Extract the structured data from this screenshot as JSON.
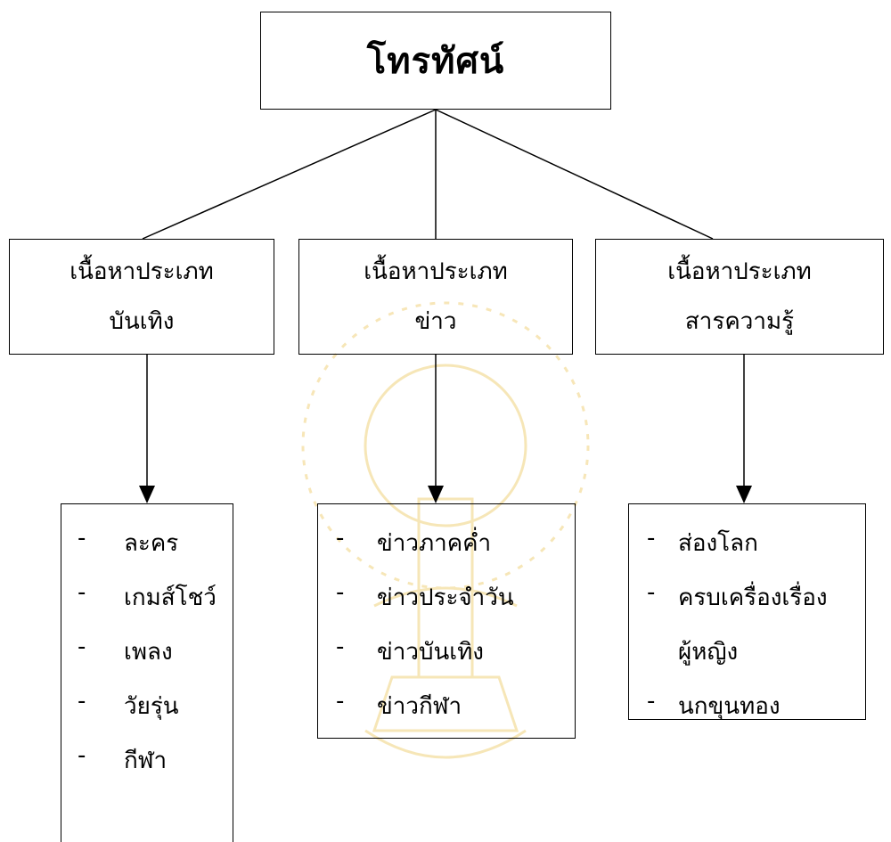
{
  "root": {
    "title": "โทรทัศน์"
  },
  "categories": [
    {
      "line1": "เนื้อหาประเภท",
      "line2": "บันเทิง"
    },
    {
      "line1": "เนื้อหาประเภท",
      "line2": "ข่าว"
    },
    {
      "line1": "เนื้อหาประเภท",
      "line2": "สารความรู้"
    }
  ],
  "lists": [
    {
      "items": [
        {
          "bullet": "-",
          "text": "ละคร"
        },
        {
          "bullet": "-",
          "text": "เกมส์โชว์"
        },
        {
          "bullet": "-",
          "text": "เพลง"
        },
        {
          "bullet": "-",
          "text": "วัยรุ่น"
        },
        {
          "bullet": "-",
          "text": "กีฬา"
        }
      ]
    },
    {
      "items": [
        {
          "bullet": "-",
          "text": "ข่าวภาคค่ำ"
        },
        {
          "bullet": "-",
          "text": "ข่าวประจำวัน"
        },
        {
          "bullet": "-",
          "text": "ข่าวบันเทิง"
        },
        {
          "bullet": "-",
          "text": "ข่าวกีฬา"
        }
      ]
    },
    {
      "items": [
        {
          "bullet": "-",
          "text": "ส่องโลก"
        },
        {
          "bullet": "-",
          "text": "ครบเครื่องเรื่อง"
        },
        {
          "bullet": "",
          "text": "ผู้หญิง"
        },
        {
          "bullet": "-",
          "text": "นกขุนทอง"
        }
      ]
    }
  ],
  "colors": {
    "line": "#000000",
    "watermark": "#f0d58a"
  }
}
